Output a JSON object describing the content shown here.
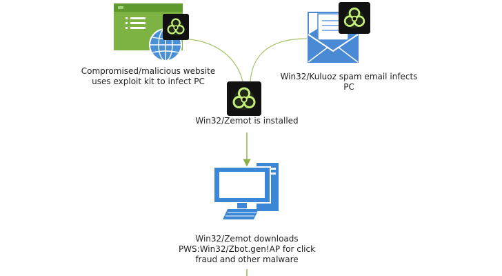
{
  "diagram": {
    "colors": {
      "connector": "#a3c367",
      "arrow": "#8db14a",
      "website_green": "#7cb342",
      "website_light": "#a5d37a",
      "globe_blue": "#4a90d9",
      "icon_blue": "#4a8ad4",
      "monitor_blue": "#3b87d6",
      "hazard_dark": "#111111",
      "hazard_glow": "#c7f07a"
    },
    "icons": {
      "website": "website-window-icon",
      "globe": "globe-icon",
      "email": "email-envelope-icon",
      "hazard": "biohazard-icon",
      "computer": "desktop-computer-icon"
    },
    "nodes": {
      "website_caption": [
        "Compromised/malicious website",
        "uses exploit kit to infect PC"
      ],
      "email_caption": [
        "Win32/Kuluoz spam email infects",
        "PC"
      ],
      "zemot_caption": "Win32/Zemot is installed",
      "download_caption": [
        "Win32/Zemot downloads",
        "PWS:Win32/Zbot.gen!AP for click",
        "fraud and other malware"
      ]
    }
  }
}
